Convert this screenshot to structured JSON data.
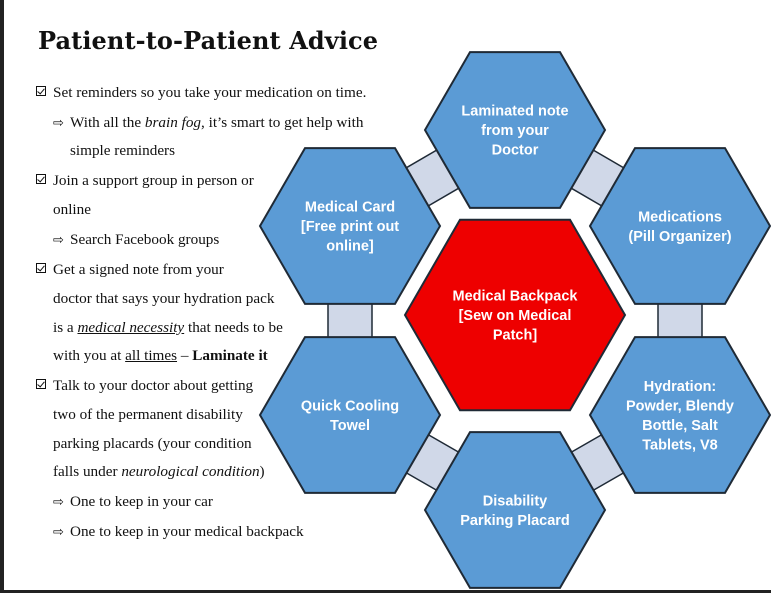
{
  "title": "Patient-to-Patient Advice",
  "bullets": [
    {
      "text": "Set reminders so you take your medication on time.",
      "subs": [
        {
          "pre": "With all the ",
          "em": "brain fog",
          "post": ", it’s smart to get help with",
          "cont": "simple reminders"
        }
      ]
    },
    {
      "line1": "Join a support group in person or",
      "line2": "online",
      "subs": [
        {
          "text": "Search Facebook groups"
        }
      ]
    },
    {
      "line1": "Get a signed note from your",
      "line2": "doctor that says your hydration pack",
      "line3_pre": "is a ",
      "line3_u": "medical necessity",
      "line3_post": " that needs to be",
      "line4_pre": "with you at ",
      "line4_u": "all times",
      "line4_post": " – ",
      "line4_b": "Laminate it"
    },
    {
      "line1": "Talk to your doctor about getting",
      "line2": "two of the permanent disability",
      "line3": "parking placards (your condition",
      "line4_pre": "falls under ",
      "line4_em": "neurological condition",
      "line4_post": ")",
      "subs": [
        {
          "text": "One to keep in your car"
        },
        {
          "text": "One to keep in your medical backpack"
        }
      ]
    }
  ],
  "diagram": {
    "center": {
      "lines": [
        "Medical Backpack",
        "[Sew on Medical",
        "Patch]"
      ],
      "color": "#ee0000"
    },
    "outer_color": "#5b9bd5",
    "connector_color": "#d0d8e8",
    "hexes": [
      {
        "lines": [
          "Laminated note",
          "from your",
          "Doctor"
        ]
      },
      {
        "lines": [
          "Medications",
          "(Pill Organizer)"
        ]
      },
      {
        "lines": [
          "Hydration:",
          "Powder, Blendy",
          "Bottle, Salt",
          "Tablets, V8"
        ]
      },
      {
        "lines": [
          "Disability",
          "Parking Placard"
        ]
      },
      {
        "lines": [
          "Quick Cooling",
          "Towel"
        ]
      },
      {
        "lines": [
          "Medical Card",
          "[Free print out",
          "online]"
        ]
      }
    ]
  }
}
